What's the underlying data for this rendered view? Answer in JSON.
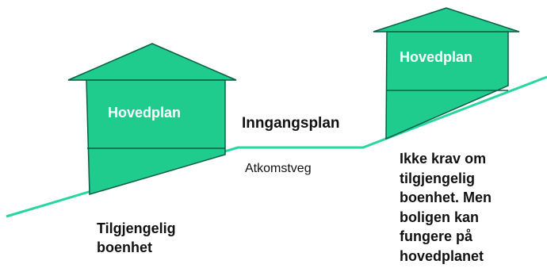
{
  "colors": {
    "house_fill": "#1fcc8e",
    "house_stroke": "#0b5e45",
    "terrain": "#27d6a0",
    "text": "#111111",
    "house_text": "#ffffff"
  },
  "left_house": {
    "label": "Hovedplan",
    "caption_line1": "Tilgjengelig",
    "caption_line2": "boenhet"
  },
  "right_house": {
    "label": "Hovedplan",
    "caption_lines": [
      "Ikke krav om",
      "tilgjengelig",
      "boenhet. Men",
      "boligen kan",
      "fungere på",
      "hovedplanet"
    ]
  },
  "entrance_level": "Inngangsplan",
  "access_road": "Atkomstveg"
}
